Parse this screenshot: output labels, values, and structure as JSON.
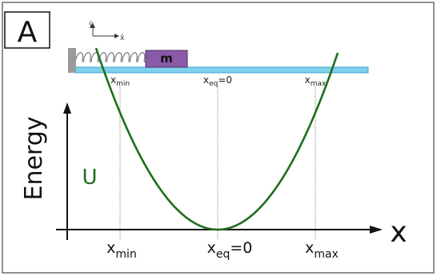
{
  "panel": {
    "label": "A"
  },
  "spring_system": {
    "mass_label": "m",
    "marker_labels": {
      "min": {
        "base": "x",
        "sub": "min"
      },
      "eq": {
        "base": "x",
        "sub": "eq",
        "suffix": "=0"
      },
      "max": {
        "base": "x",
        "sub": "max"
      }
    },
    "colors": {
      "wall": "#9a9a9a",
      "mass": "#8a5aa8",
      "track": "#7fd0ec",
      "spring": "#7a7a7a"
    }
  },
  "energy_plot": {
    "y_axis_label": "Energy",
    "x_axis_label": "x",
    "curve_label": "U",
    "curve_color": "#1e6e1e",
    "x_ticks": {
      "min": {
        "base": "x",
        "sub": "min"
      },
      "eq": {
        "base": "x",
        "sub": "eq",
        "suffix": "=0"
      },
      "max": {
        "base": "x",
        "sub": "max"
      }
    }
  }
}
